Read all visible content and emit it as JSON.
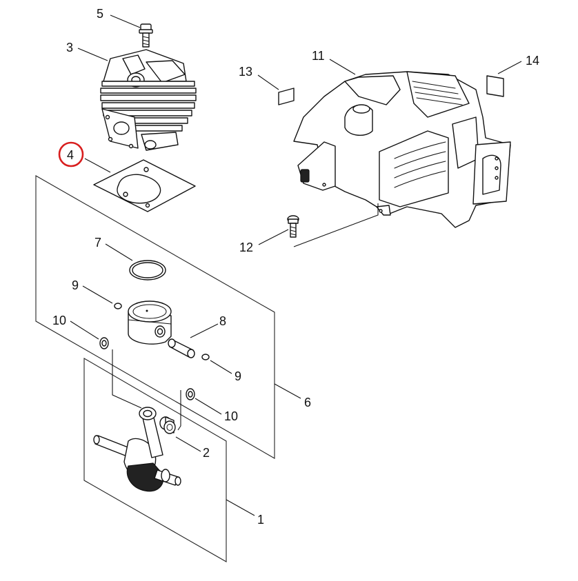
{
  "diagram": {
    "highlight_color": "#d81e1e",
    "line_color": "#111111",
    "highlighted_callout": "4",
    "callouts": [
      {
        "id": "c1",
        "label": "1"
      },
      {
        "id": "c2",
        "label": "2"
      },
      {
        "id": "c3",
        "label": "3"
      },
      {
        "id": "c4",
        "label": "4"
      },
      {
        "id": "c5",
        "label": "5"
      },
      {
        "id": "c6",
        "label": "6"
      },
      {
        "id": "c7",
        "label": "7"
      },
      {
        "id": "c8",
        "label": "8"
      },
      {
        "id": "c9a",
        "label": "9"
      },
      {
        "id": "c9b",
        "label": "9"
      },
      {
        "id": "c10a",
        "label": "10"
      },
      {
        "id": "c10b",
        "label": "10"
      },
      {
        "id": "c11",
        "label": "11"
      },
      {
        "id": "c12",
        "label": "12"
      },
      {
        "id": "c13",
        "label": "13"
      },
      {
        "id": "c14",
        "label": "14"
      }
    ]
  }
}
